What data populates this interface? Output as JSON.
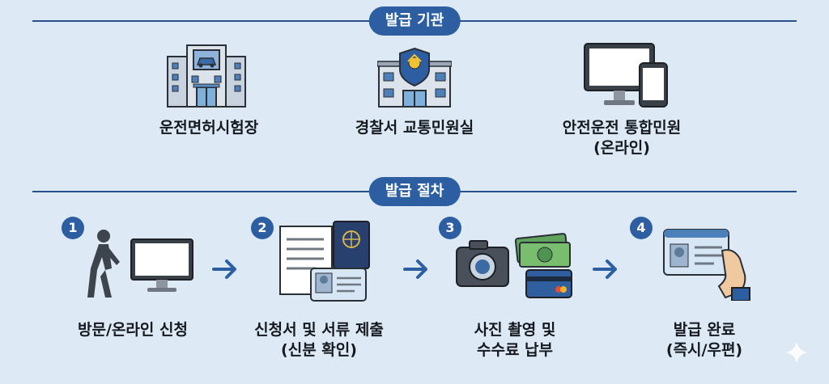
{
  "agencies": {
    "heading": "발급 기관",
    "items": [
      {
        "label": "운전면허시험장",
        "icon": "building-car-icon"
      },
      {
        "label": "경찰서 교통민원실",
        "icon": "police-station-icon"
      },
      {
        "label": "안전운전 통합민원\n(온라인)",
        "icon": "computer-phone-icon"
      }
    ]
  },
  "procedure": {
    "heading": "발급 절차",
    "steps": [
      {
        "number": "1",
        "label": "방문/온라인 신청",
        "icon": "person-computer-icon"
      },
      {
        "number": "2",
        "label": "신청서 및 서류 제출\n(신분 확인)",
        "icon": "documents-passport-icon"
      },
      {
        "number": "3",
        "label": "사진 촬영 및\n수수료 납부",
        "icon": "camera-payment-icon"
      },
      {
        "number": "4",
        "label": "발급 완료\n(즉시/우편)",
        "icon": "license-card-icon"
      }
    ]
  },
  "colors": {
    "accent": "#2d5ea2",
    "background": "#ddeaf6",
    "line": "#27508c"
  }
}
